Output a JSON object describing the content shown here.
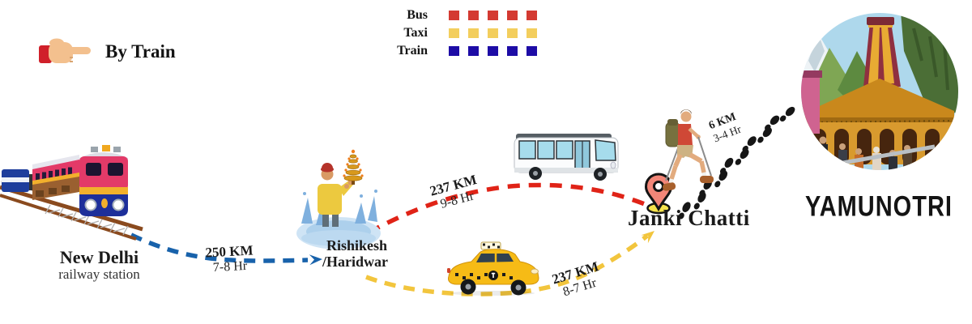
{
  "canvas": {
    "bg_color": "#ffffff"
  },
  "header": {
    "pointer_label": "By Train"
  },
  "legend": {
    "items": [
      {
        "label": "Bus",
        "color": "#d43a32"
      },
      {
        "label": "Taxi",
        "color": "#f3ce5d"
      },
      {
        "label": "Train",
        "color": "#1d0ca6"
      }
    ]
  },
  "stops": {
    "origin": {
      "name": "New Delhi",
      "subtitle": "railway station"
    },
    "midpoint": {
      "line1": "Rishikesh",
      "line2": "/Haridwar"
    },
    "basecamp": {
      "name": "Janki Chatti"
    },
    "destination": {
      "name": "YAMUNOTRI"
    }
  },
  "routes": {
    "train": {
      "distance": "250 KM",
      "duration": "7-8 Hr",
      "color": "#1862ab"
    },
    "bus": {
      "distance": "237 KM",
      "duration": "9-8 Hr",
      "color": "#e02317"
    },
    "taxi": {
      "distance": "237 KM",
      "duration": "8-7 Hr",
      "color": "#f2c53d"
    },
    "trek": {
      "distance": "6 KM",
      "duration": "3-4 Hr",
      "color": "#161616"
    }
  }
}
